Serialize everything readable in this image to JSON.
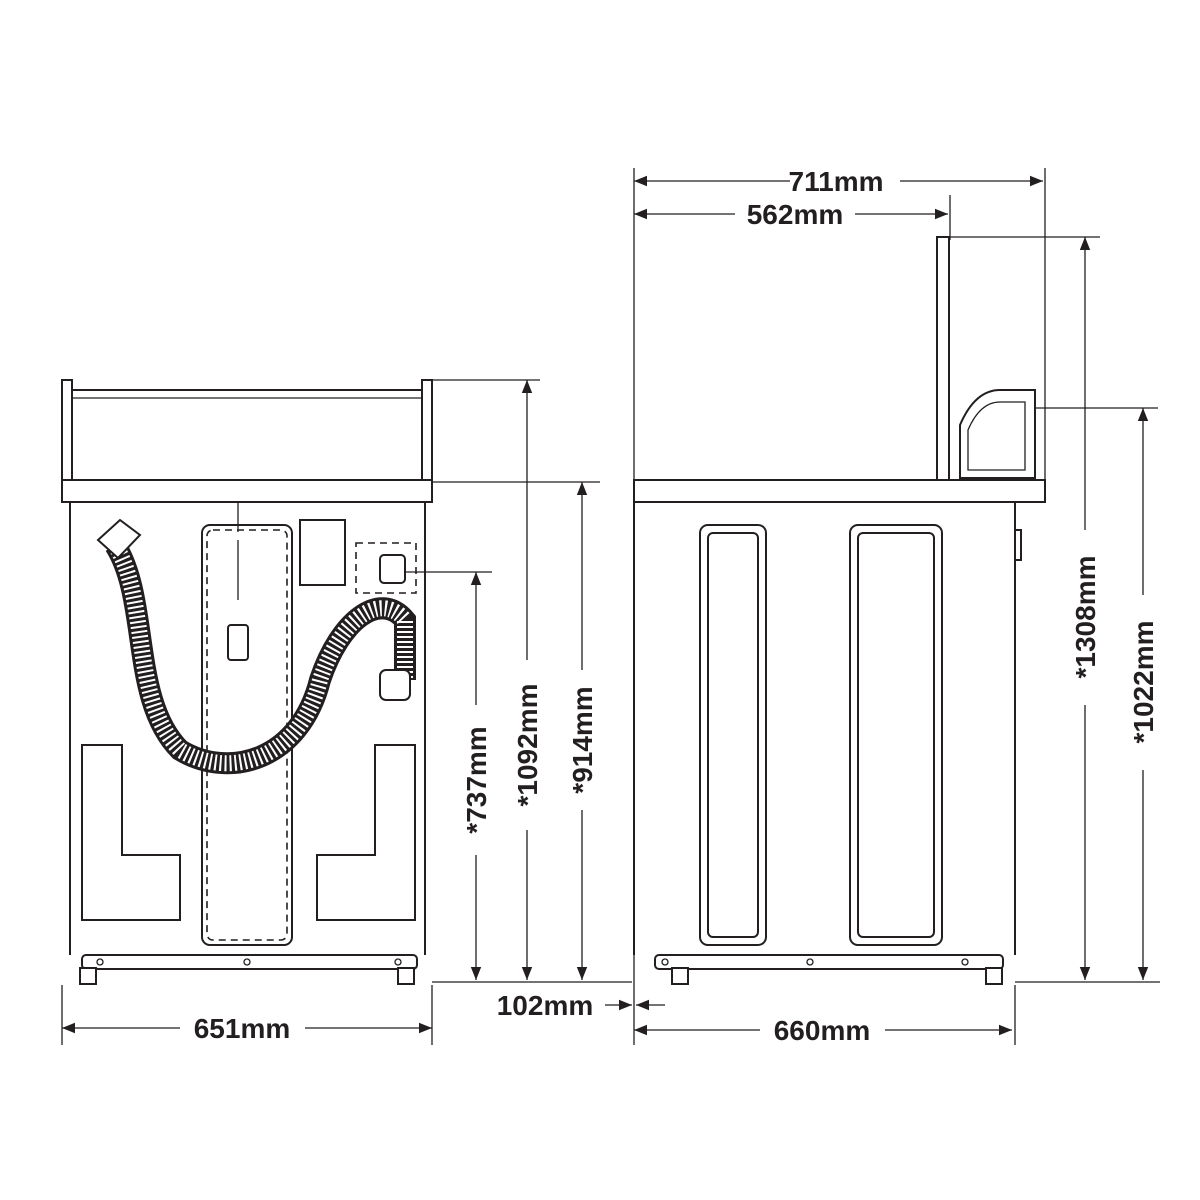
{
  "dimensions": {
    "overall_depth": "711mm",
    "lid_depth": "562mm",
    "height_lid_open": "*1308mm",
    "height_console": "*1022mm",
    "height_back_panel": "*1092mm",
    "height_lid_top": "*914mm",
    "height_inlet": "*737mm",
    "width": "651mm",
    "clearance": "102mm",
    "depth": "660mm"
  },
  "colors": {
    "line": "#231f20",
    "background": "#ffffff"
  }
}
